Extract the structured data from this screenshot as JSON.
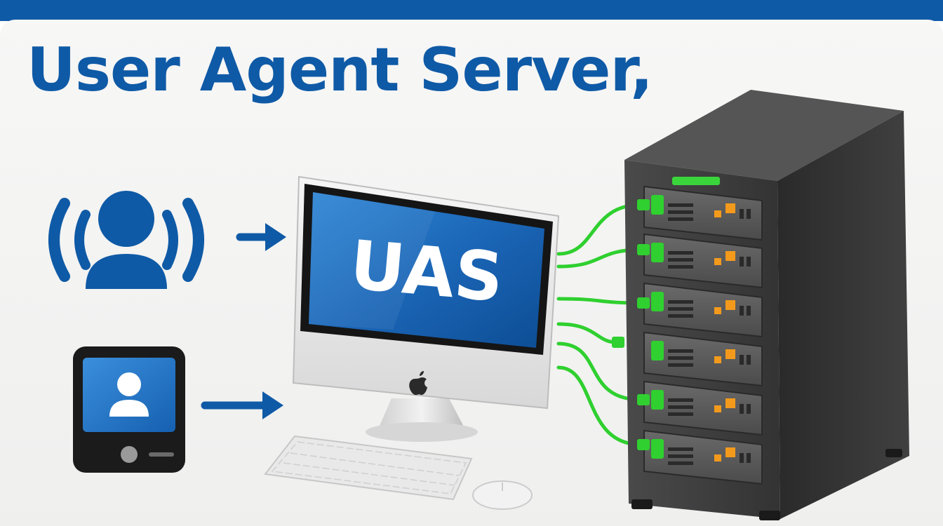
{
  "title": "User Agent Server,",
  "screen_text": "UAS",
  "colors": {
    "brand_blue": "#0f5aa6",
    "cable_green": "#2fd02f",
    "server_body": "#3b3b3b",
    "screen_blue": "#1f6fc0"
  },
  "icons": {
    "caller": "user-with-sound-waves-icon",
    "device": "mobile-device-user-icon",
    "computer": "desktop-computer-icon",
    "brand": "apple-logo-icon",
    "server": "server-rack-icon"
  },
  "server": {
    "unit_count": 6
  }
}
